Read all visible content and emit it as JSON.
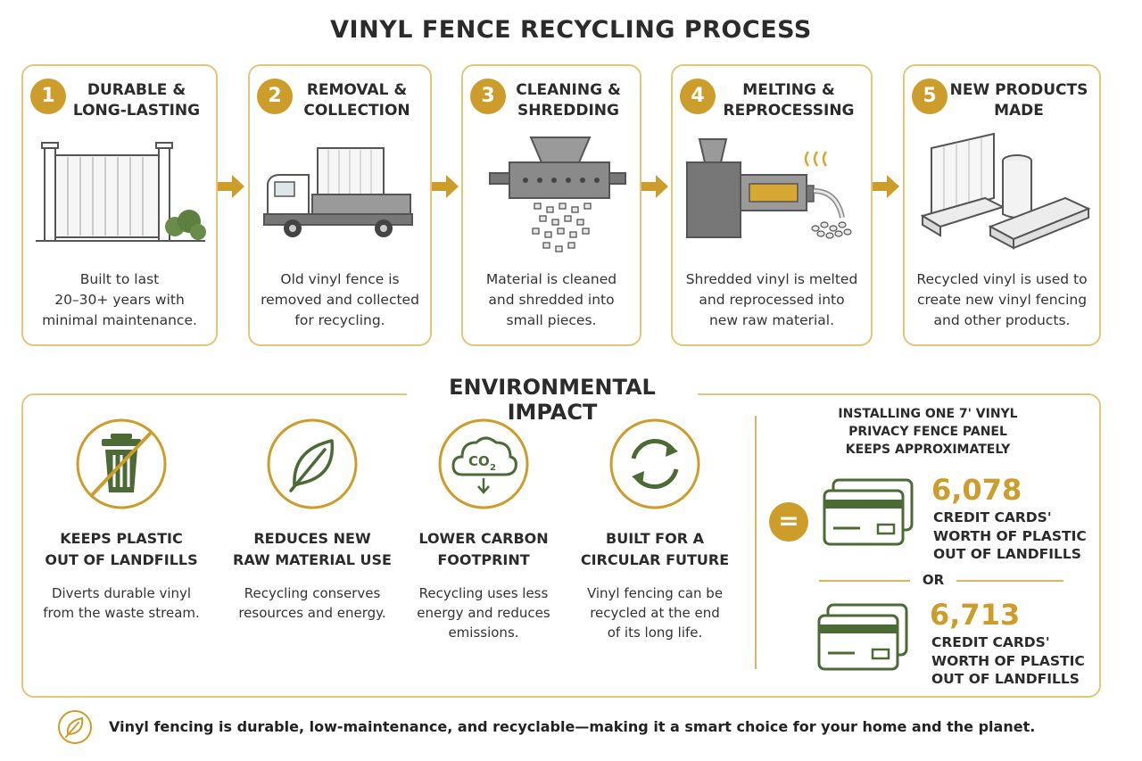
{
  "title": "VINYL FENCE RECYCLING PROCESS",
  "steps": [
    {
      "num": "1",
      "title_l1": "DURABLE &",
      "title_l2": "LONG-LASTING",
      "desc_l1": "Built to last",
      "desc_l2": "20–30+ years with",
      "desc_l3": "minimal maintenance."
    },
    {
      "num": "2",
      "title_l1": "REMOVAL &",
      "title_l2": "COLLECTION",
      "desc_l1": "Old vinyl fence is",
      "desc_l2": "removed and collected",
      "desc_l3": "for recycling."
    },
    {
      "num": "3",
      "title_l1": "CLEANING &",
      "title_l2": "SHREDDING",
      "desc_l1": "Material is cleaned",
      "desc_l2": "and shredded into",
      "desc_l3": "small pieces."
    },
    {
      "num": "4",
      "title_l1": "MELTING &",
      "title_l2": "REPROCESSING",
      "desc_l1": "Shredded vinyl is melted",
      "desc_l2": "and reprocessed into",
      "desc_l3": "new raw material."
    },
    {
      "num": "5",
      "title_l1": "NEW PRODUCTS",
      "title_l2": "MADE",
      "desc_l1": "Recycled vinyl is used to",
      "desc_l2": "create new vinyl fencing",
      "desc_l3": "and other products."
    }
  ],
  "impact": {
    "title": "ENVIRONMENTAL IMPACT",
    "items": [
      {
        "t1": "KEEPS PLASTIC",
        "t2": "OUT OF LANDFILLS",
        "d1": "Diverts durable vinyl",
        "d2": "from the waste stream.",
        "d3": ""
      },
      {
        "t1": "REDUCES NEW",
        "t2": "RAW MATERIAL USE",
        "d1": "Recycling conserves",
        "d2": "resources and energy.",
        "d3": ""
      },
      {
        "t1": "LOWER CARBON",
        "t2": "FOOTPRINT",
        "d1": "Recycling uses less",
        "d2": "energy and reduces",
        "d3": "emissions."
      },
      {
        "t1": "BUILT FOR A",
        "t2": "CIRCULAR FUTURE",
        "d1": "Vinyl fencing can be",
        "d2": "recycled at the end",
        "d3": "of its long life."
      }
    ],
    "co2": "CO",
    "co2_sub": "2"
  },
  "stats": {
    "head_l1": "INSTALLING ONE 7' VINYL",
    "head_l2": "PRIVACY FENCE PANEL",
    "head_l3": "KEEPS APPROXIMATELY",
    "equals": "=",
    "first": {
      "value": "6,078",
      "l1": "CREDIT CARDS'",
      "l2": "WORTH OF PLASTIC",
      "l3": "OUT OF LANDFILLS"
    },
    "or": "OR",
    "second": {
      "value": "6,713",
      "l1": "CREDIT CARDS'",
      "l2": "WORTH OF PLASTIC",
      "l3": "OUT OF LANDFILLS"
    }
  },
  "footer": "Vinyl fencing is durable, low-maintenance, and recyclable—making it a smart choice for your home and the planet.",
  "colors": {
    "gold": "#cc9d2b",
    "gold_light": "#e2c67a",
    "green": "#4b6a35",
    "gray": "#7d7d7d"
  },
  "icons": [
    "arrow-right-icon",
    "trash-can-crossed-icon",
    "leaf-icon",
    "co2-cloud-icon",
    "recycle-arrows-icon",
    "credit-card-icon",
    "leaf-footer-icon"
  ]
}
